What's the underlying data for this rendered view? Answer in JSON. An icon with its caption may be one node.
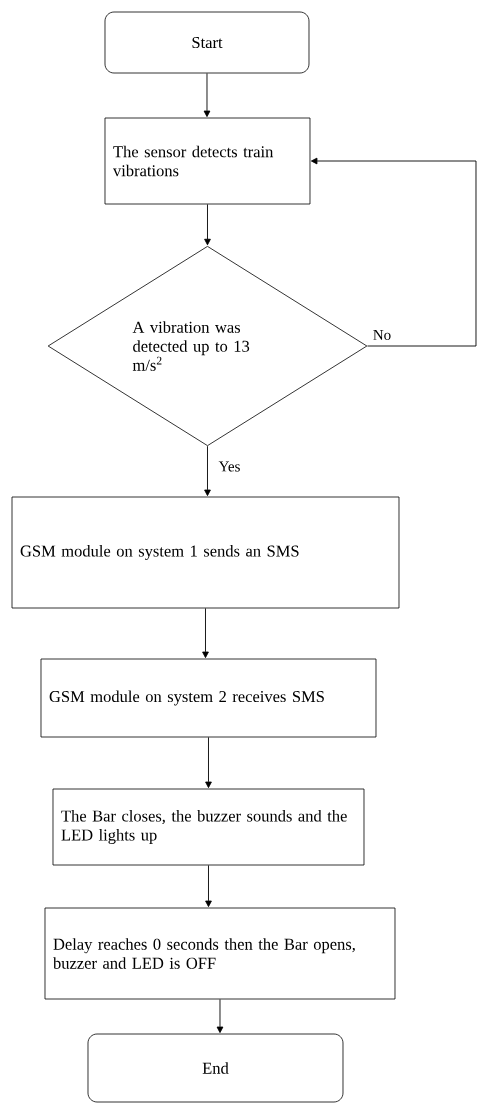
{
  "diagram": {
    "nodes": [
      {
        "text": [
          "Start"
        ]
      },
      {
        "text": [
          "The sensor detects train vibrations"
        ]
      },
      {
        "text": [
          "A vibration was detected up to 13 m/s$^{2}$"
        ]
      },
      {
        "text": [
          "GSM module on system 1 sends an SMS"
        ]
      },
      {
        "text": [
          "GSM module on system 2 receives SMS"
        ]
      },
      {
        "text": [
          "The Bar closes, the buzzer sounds and the LED lights up"
        ]
      },
      {
        "text": [
          "Delay reaches 0 seconds then the Bar opens, buzzer and LED is OFF"
        ]
      },
      {
        "text": [
          "End"
        ]
      }
    ],
    "edges": [
      {
        "from": 0,
        "to": 1,
        "arrow": "to"
      },
      {
        "from": 1,
        "to": 2,
        "arrow": "to"
      },
      {
        "from": 2,
        "to": 3,
        "arrow": "to",
        "label": "Yes"
      },
      {
        "from": 3,
        "to": 4,
        "arrow": "to"
      },
      {
        "from": 4,
        "to": 5,
        "arrow": "to"
      },
      {
        "from": 5,
        "to": 6,
        "arrow": "to"
      },
      {
        "from": 6,
        "to": 7,
        "arrow": "to"
      },
      {
        "from": 2,
        "to": 1,
        "arrow": "to",
        "label": "No"
      }
    ]
  }
}
